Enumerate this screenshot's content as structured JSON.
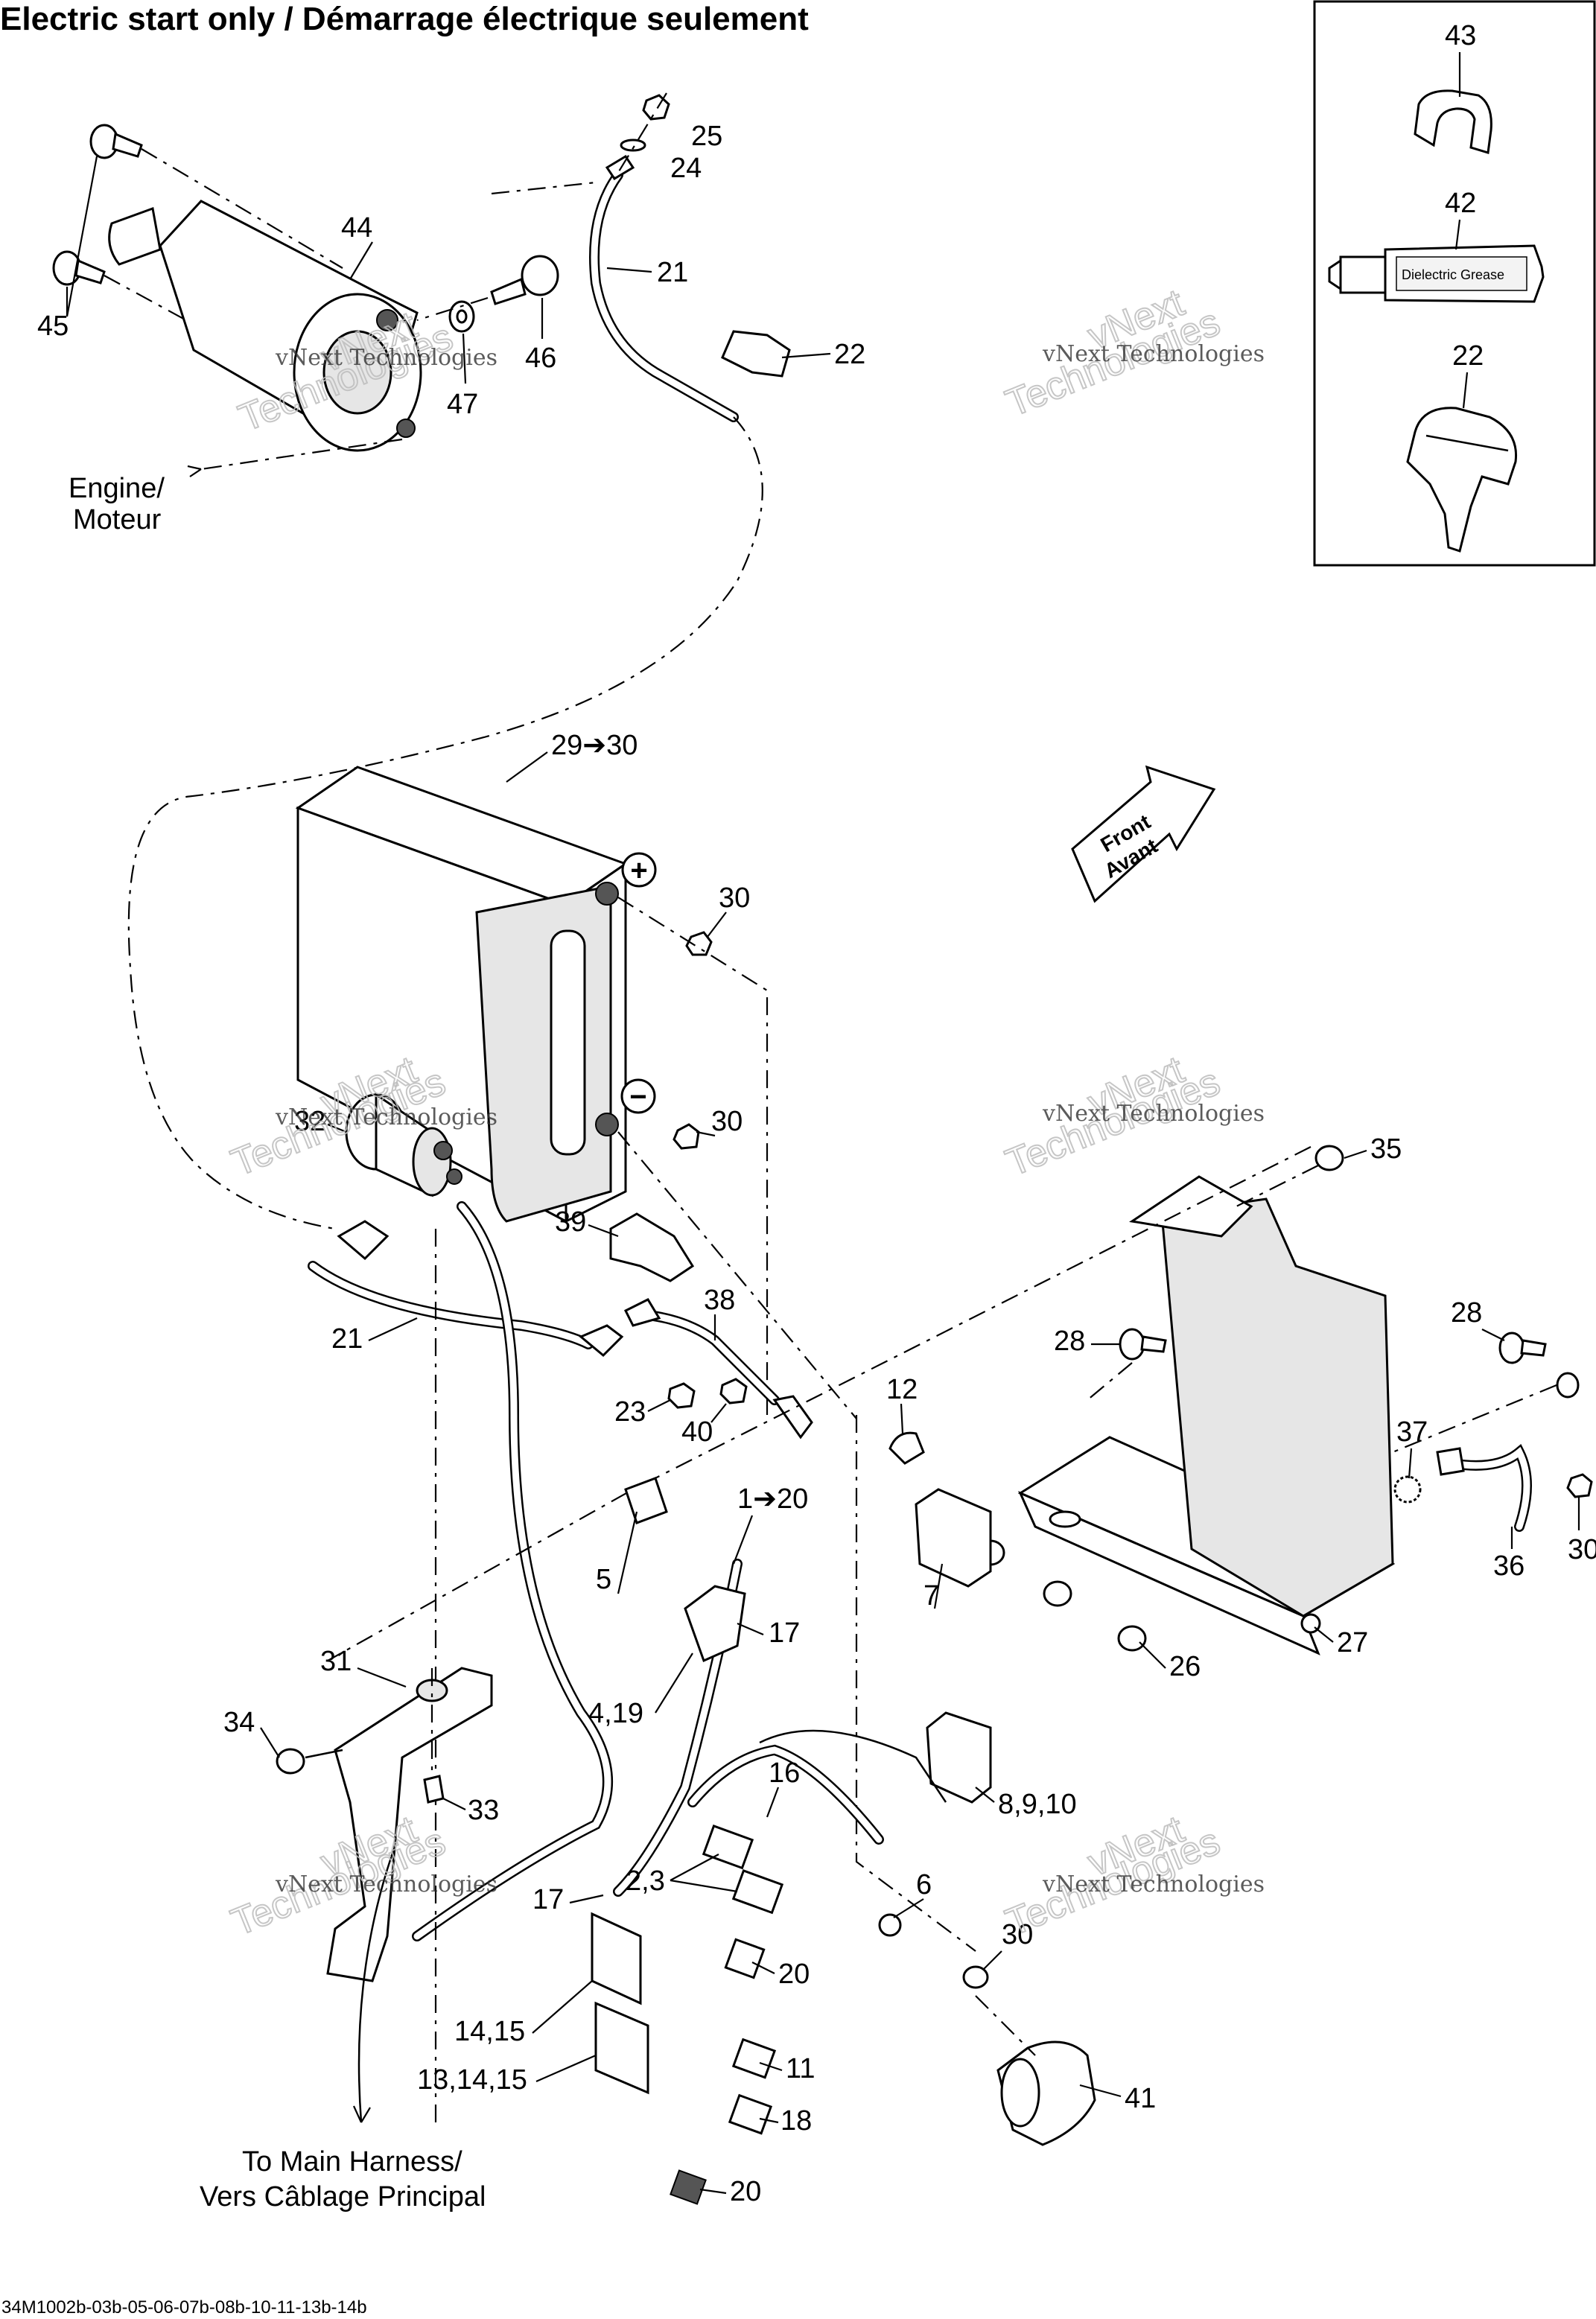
{
  "title": "Electric start only / Démarrage électrique seulement",
  "callouts": {
    "c25": "25",
    "c24": "24",
    "c44": "44",
    "c21a": "21",
    "c45": "45",
    "c46": "46",
    "c22a": "22",
    "c47": "47",
    "c43": "43",
    "c42": "42",
    "c22b": "22",
    "c29": "29➔30",
    "c30a": "30",
    "c30b": "30",
    "c32": "32",
    "c39": "39",
    "c35": "35",
    "c38": "38",
    "c21b": "21",
    "c28a": "28",
    "c28b": "28",
    "c23": "23",
    "c40": "40",
    "c37": "37",
    "c12": "12",
    "c120": "1➔20",
    "c5": "5",
    "c7": "7",
    "c17a": "17",
    "c31": "31",
    "c419": "4,19",
    "c36": "36",
    "c30c": "30",
    "c26": "26",
    "c27": "27",
    "c34": "34",
    "c33": "33",
    "c16": "16",
    "c8910": "8,9,10",
    "c23b": "2,3",
    "c17b": "17",
    "c6": "6",
    "c30d": "30",
    "c20a": "20",
    "c1415": "14,15",
    "c11": "11",
    "c131415": "13,14,15",
    "c18": "18",
    "c41": "41",
    "c20b": "20"
  },
  "notes": {
    "engine": [
      "Engine/",
      "Moteur"
    ],
    "harness": [
      "To Main Harness/",
      "Vers Câblage Principal"
    ],
    "front": [
      "Front",
      "Avant"
    ],
    "plus": "+",
    "minus": "−"
  },
  "watermark": {
    "line1": "vNext Technologies",
    "line2a": "vNext",
    "line2b": "Technologies"
  },
  "tube_label": "Dielectric Grease",
  "code": "34M1002b-03b-05-06-07b-08b-10-11-13b-14b"
}
